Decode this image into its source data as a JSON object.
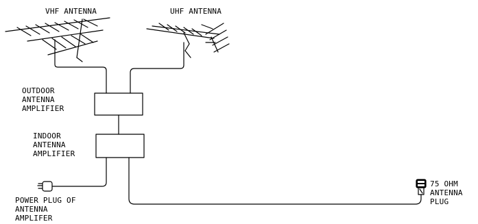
{
  "labels": {
    "vhf_antenna": "VHF ANTENNA",
    "uhf_antenna": "UHF ANTENNA",
    "outdoor_amp": [
      "OUTDOOR",
      "ANTENNA",
      "AMPLIFIER"
    ],
    "indoor_amp": [
      "INDOOR",
      "ANTENNA",
      "AMPLIFIER"
    ],
    "power_plug": [
      "POWER PLUG OF",
      "ANTENNA",
      "AMPLIFER"
    ],
    "antenna_plug": [
      "75 OHM",
      "ANTENNA",
      "PLUG"
    ]
  },
  "colors": {
    "line": "#000000",
    "background": "#ffffff"
  }
}
